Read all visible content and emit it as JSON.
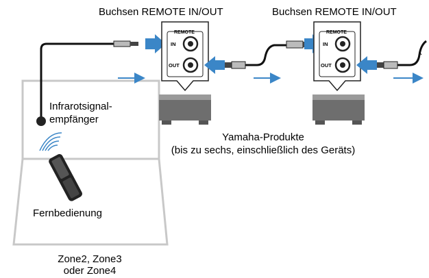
{
  "labels": {
    "remote_jacks_1": "Buchsen REMOTE IN/OUT",
    "remote_jacks_2": "Buchsen REMOTE IN/OUT",
    "ir_receiver_line1": "Infrarotsignal-",
    "ir_receiver_line2": "empfänger",
    "remote_control": "Fernbedienung",
    "yamaha_products_line1": "Yamaha-Produkte",
    "yamaha_products_line2": "(bis zu sechs, einschließlich des Geräts)",
    "zone_line1": "Zone2, Zone3",
    "zone_line2": "oder Zone4"
  },
  "jack_panel": {
    "title": "REMOTE",
    "in_label": "IN",
    "out_label": "OUT"
  },
  "colors": {
    "arrow": "#3b86c7",
    "room_outline": "#c8c8c8",
    "device": "#6e6e6e",
    "panel_outline": "#222222"
  }
}
